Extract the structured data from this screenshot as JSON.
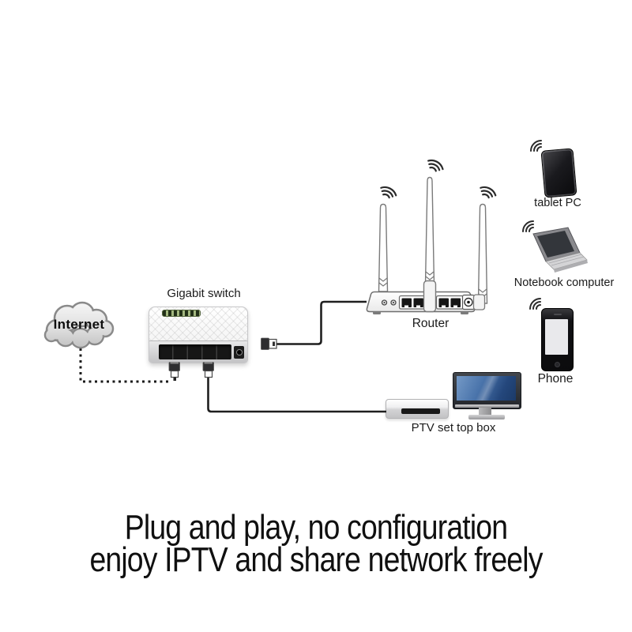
{
  "diagram": {
    "internet_label": "Internet",
    "nodes": {
      "switch": "Gigabit switch",
      "router": "Router",
      "tablet": "tablet PC",
      "notebook": "Notebook computer",
      "phone": "Phone",
      "set_top_box": "PTV set top box"
    },
    "connections": [
      {
        "from": "Internet",
        "to": "Gigabit switch",
        "style": "dotted-cable"
      },
      {
        "from": "Gigabit switch",
        "to": "Router",
        "style": "cable"
      },
      {
        "from": "Gigabit switch",
        "to": "PTV set top box",
        "style": "cable"
      },
      {
        "from": "Router",
        "to": "tablet PC",
        "style": "wifi"
      },
      {
        "from": "Router",
        "to": "Notebook computer",
        "style": "wifi"
      },
      {
        "from": "Router",
        "to": "Phone",
        "style": "wifi"
      }
    ]
  },
  "caption": {
    "line1": "Plug and play, no configuration",
    "line2": "enjoy IPTV and share network freely"
  },
  "colors": {
    "cable": "#1f1f1f",
    "label_text": "#1b1b1b",
    "caption_text": "#101010",
    "led_strip_green": "#a3b77f",
    "tv_screen_light": "#7499c6",
    "tv_screen_dark": "#1b3a68",
    "cloud_fill": "#e6e6e6",
    "cloud_outline": "#8a8a8a"
  }
}
